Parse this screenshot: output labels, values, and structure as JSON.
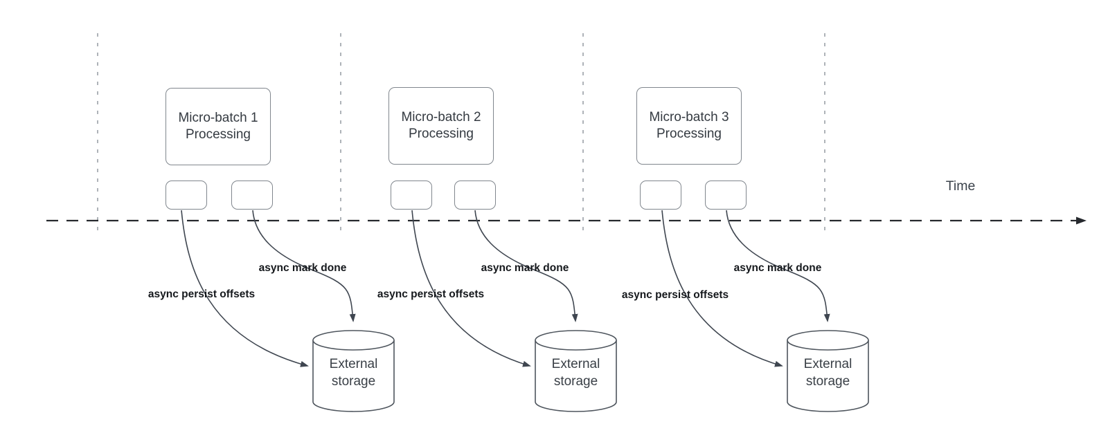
{
  "time_axis": {
    "label": "Time"
  },
  "batches": [
    {
      "process_label": "Micro-batch 1 Processing",
      "persist_arrow_label": "async persist offsets",
      "done_arrow_label": "async mark done",
      "storage_label": "External storage"
    },
    {
      "process_label": "Micro-batch 2 Processing",
      "persist_arrow_label": "async persist offsets",
      "done_arrow_label": "async mark done",
      "storage_label": "External storage"
    },
    {
      "process_label": "Micro-batch 3 Processing",
      "persist_arrow_label": "async persist offsets",
      "done_arrow_label": "async mark done",
      "storage_label": "External storage"
    }
  ],
  "colors": {
    "background": "#ffffff",
    "box_stroke": "#80868d",
    "cylinder_stroke": "#4e555d",
    "connector": "#3f4650",
    "timeline": "#26292e",
    "lane_divider": "#9aa0a6",
    "node_text": "#343a41",
    "edge_label_text": "#15181c"
  }
}
